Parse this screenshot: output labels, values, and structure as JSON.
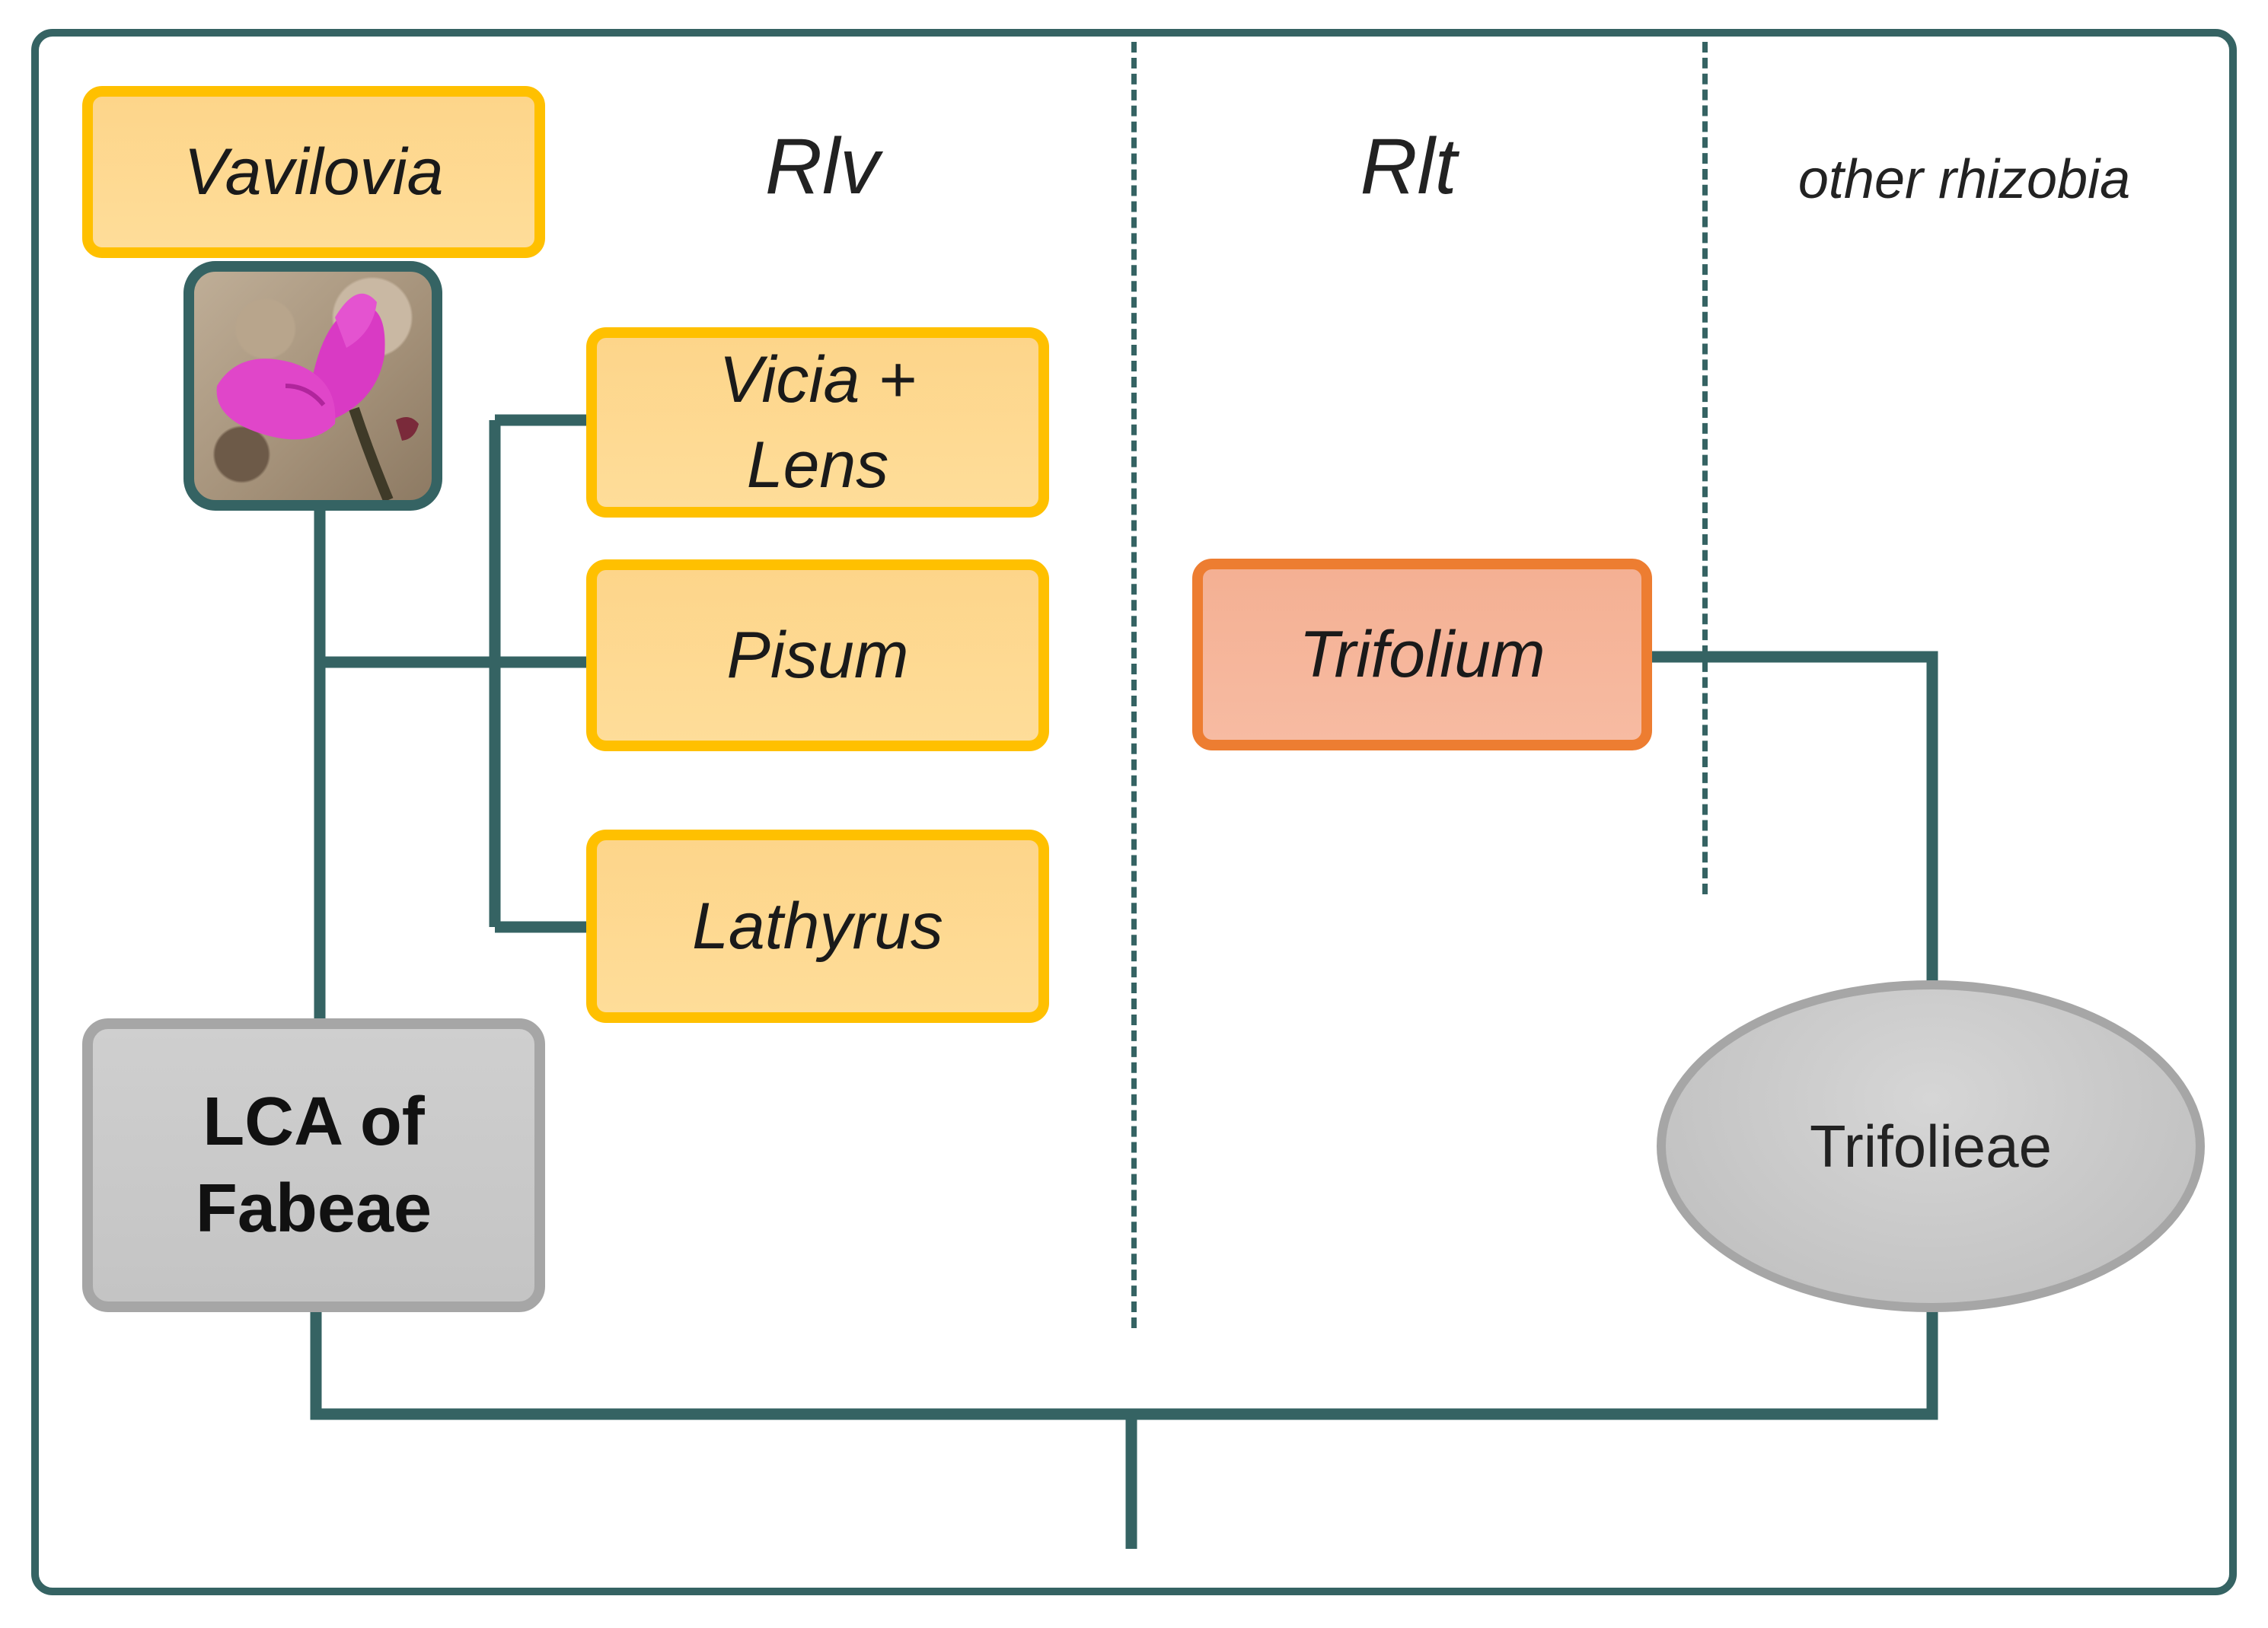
{
  "headers": {
    "rlv": "Rlv",
    "rlt": "Rlt",
    "other": "other rhizobia"
  },
  "nodes": {
    "vavilovia": "Vavilovia",
    "vicia_line1": "Vicia +",
    "vicia_line2": "Lens",
    "pisum": "Pisum",
    "lathyrus": "Lathyrus",
    "trifolium": "Trifolium",
    "lca_line1": "LCA of",
    "lca_line2": "Fabeae",
    "trifolieae": "Trifolieae"
  },
  "photo": {
    "subject": "pink-flower"
  },
  "colors": {
    "line": "#356363",
    "yellow_border": "#ffc000",
    "yellow_fill": "#fed894",
    "orange_border": "#ed7d31",
    "orange_fill": "#f5b497",
    "grey_border": "#a6a6a6",
    "grey_fill": "#c9c9c9"
  }
}
